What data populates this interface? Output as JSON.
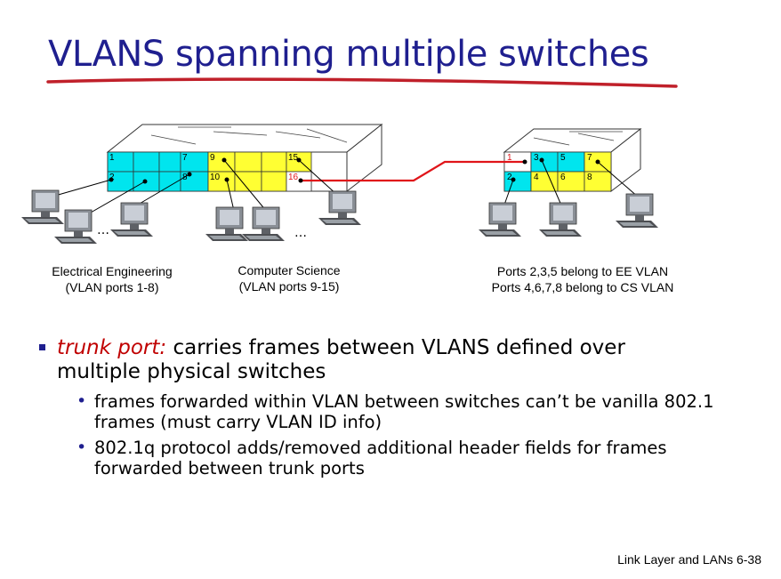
{
  "title": "VLANS spanning multiple switches",
  "colors": {
    "title": "#1f1f8f",
    "ee_port": "#00e5ee",
    "cs_port": "#ffff33",
    "trunk": "#e0151a"
  },
  "switch_left": {
    "top_row_ports": [
      "1",
      "",
      "",
      "",
      "7",
      "9",
      "",
      "",
      "",
      "15"
    ],
    "bottom_row_ports": [
      "2",
      "",
      "",
      "",
      "8",
      "10",
      "",
      "",
      "",
      "16"
    ],
    "ellipsis_ee": "…",
    "ellipsis_cs": "…"
  },
  "switch_right": {
    "top_row_ports": [
      "1",
      "3",
      "5",
      "7"
    ],
    "bottom_row_ports": [
      "2",
      "4",
      "6",
      "8"
    ]
  },
  "labels": {
    "ee_line1": "Electrical Engineering",
    "ee_line2": "(VLAN ports 1-8)",
    "cs_line1": "Computer Science",
    "cs_line2": "(VLAN ports 9-15)",
    "right_line1": "Ports 2,3,5 belong to EE VLAN",
    "right_line2": "Ports 4,6,7,8 belong to CS VLAN"
  },
  "bullet_main": {
    "term": "trunk port:",
    "text_line1": " carries frames between VLANS defined over",
    "text_line2": "multiple physical switches"
  },
  "sub_bullets": [
    {
      "line1": "frames forwarded within VLAN between switches can’t be vanilla 802.1",
      "line2": "frames (must carry VLAN ID info)"
    },
    {
      "line1": "802.1q protocol adds/removed additional header fields for frames",
      "line2": "forwarded between trunk ports"
    }
  ],
  "footer": "Link Layer and LANs  6-38"
}
